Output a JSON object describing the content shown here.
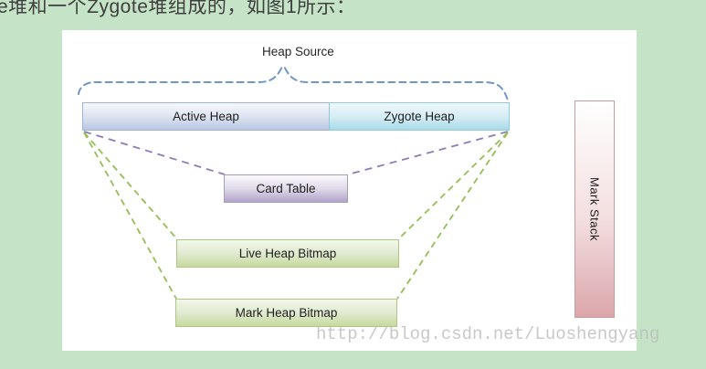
{
  "page": {
    "background_color": "#c5e3c6",
    "top_text": "e堆和一个Zygote堆组成的，如图1所示：",
    "watermark": "http://blog.csdn.net/Luoshengyang"
  },
  "diagram": {
    "heap_source_label": "Heap Source",
    "boxes": {
      "active_heap": {
        "label": "Active Heap",
        "fill_top": "#f6f8fc",
        "fill_bottom": "#b9c7e4",
        "border": "#9cb3d3"
      },
      "zygote_heap": {
        "label": "Zygote Heap",
        "fill_top": "#eef8fb",
        "fill_bottom": "#a9dbe9",
        "border": "#8ecadb"
      },
      "card_table": {
        "label": "Card Table",
        "fill_top": "#faf8fc",
        "fill_bottom": "#b1a4ca",
        "border": "#a79dbb"
      },
      "live_heap_bitmap": {
        "label": "Live Heap Bitmap",
        "fill_top": "#f3f7ea",
        "fill_bottom": "#c6da9e",
        "border": "#aec583"
      },
      "mark_heap_bitmap": {
        "label": "Mark Heap Bitmap",
        "fill_top": "#f3f7ea",
        "fill_bottom": "#c6da9e",
        "border": "#aec583"
      },
      "mark_stack": {
        "label": "Mark Stack",
        "fill_top": "#ffffff",
        "fill_bottom": "#dba6aa",
        "border": "#c79ba0"
      }
    },
    "connector_colors": {
      "heap_source_brace": "#6e96c8",
      "card_table_lines": "#8f7bb5",
      "bitmap_lines": "#94be55"
    }
  }
}
